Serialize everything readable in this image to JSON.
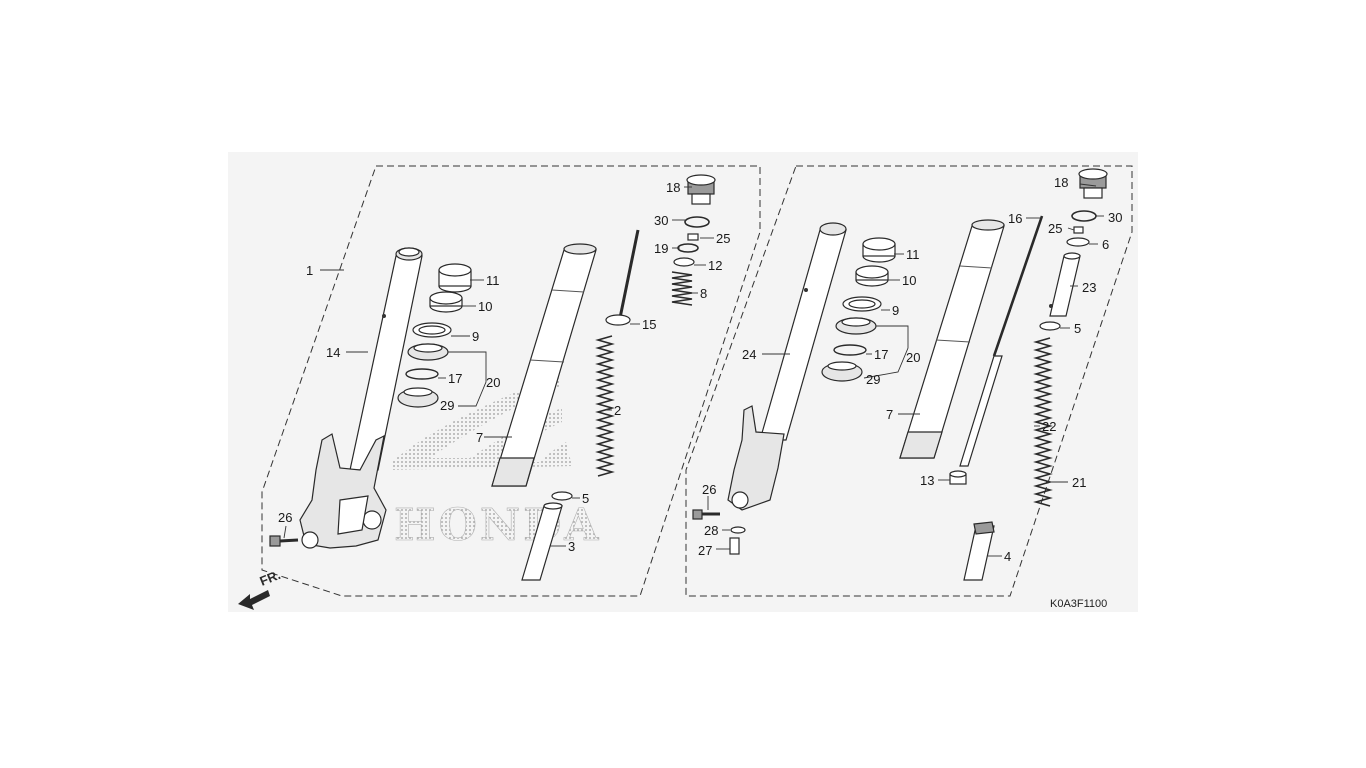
{
  "diagram": {
    "code": "K0A3F1100",
    "front_label": "FR.",
    "watermark_text": "HONDA",
    "labels": {
      "l1": "1",
      "l14": "14",
      "l26a": "26",
      "l11a": "11",
      "l10a": "10",
      "l9a": "9",
      "l17a": "17",
      "l20a": "20",
      "l29a": "29",
      "l7a": "7",
      "l18a": "18",
      "l30a": "30",
      "l25a": "25",
      "l19": "19",
      "l12": "12",
      "l8": "8",
      "l15": "15",
      "l2": "2",
      "l5a": "5",
      "l3": "3",
      "l24": "24",
      "l26b": "26",
      "l28": "28",
      "l27": "27",
      "l11b": "11",
      "l10b": "10",
      "l9b": "9",
      "l17b": "17",
      "l20b": "20",
      "l29b": "29",
      "l7b": "7",
      "l16": "16",
      "l18b": "18",
      "l30b": "30",
      "l25b": "25",
      "l6": "6",
      "l23": "23",
      "l5b": "5",
      "l22": "22",
      "l13": "13",
      "l21": "21",
      "l4": "4"
    }
  }
}
